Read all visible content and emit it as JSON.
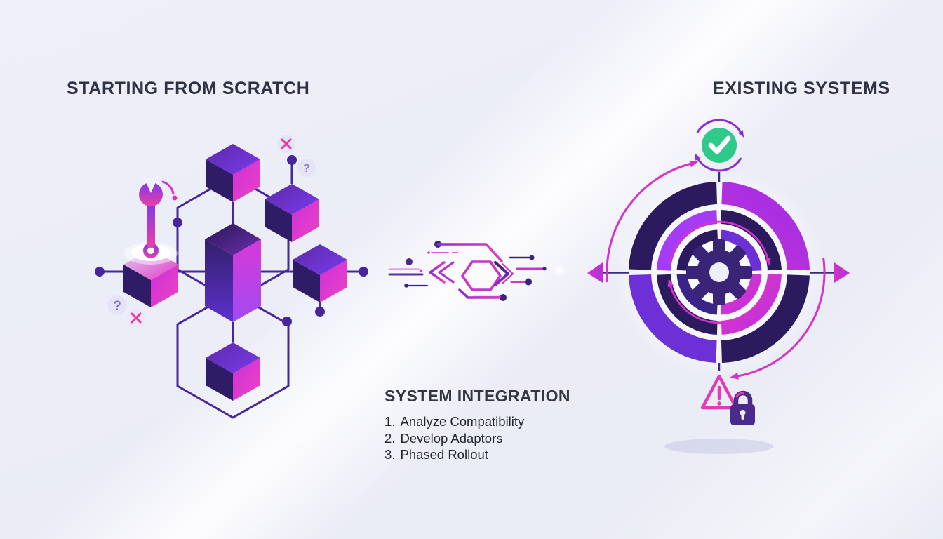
{
  "page": {
    "background_color": "#eceef6",
    "description": "Infographic comparing building from scratch versus integrating with existing systems"
  },
  "left_section": {
    "title": "STARTING FROM SCRATCH",
    "illustration": "isometric-cube-network",
    "badges": {
      "question_glyph": "?",
      "x_glyph": "✕"
    }
  },
  "center_section": {
    "title": "SYSTEM INTEGRATION",
    "steps": [
      {
        "number": "1.",
        "label": "Analyze Compatibility"
      },
      {
        "number": "2.",
        "label": "Develop Adaptors"
      },
      {
        "number": "3.",
        "label": "Phased Rollout"
      }
    ],
    "illustration": "circuit-connection"
  },
  "right_section": {
    "title": "EXISTING SYSTEMS",
    "illustration": "target-rings-with-gear"
  },
  "colors": {
    "navy": "#2b1b5e",
    "purple": "#6d2fd6",
    "violet": "#a43cf5",
    "magenta": "#d531cb",
    "pink": "#ee3fa0",
    "green_success": "#2fc98c",
    "line": "#46279b",
    "heading_text": "#2d3245",
    "body_text": "#22262f"
  }
}
